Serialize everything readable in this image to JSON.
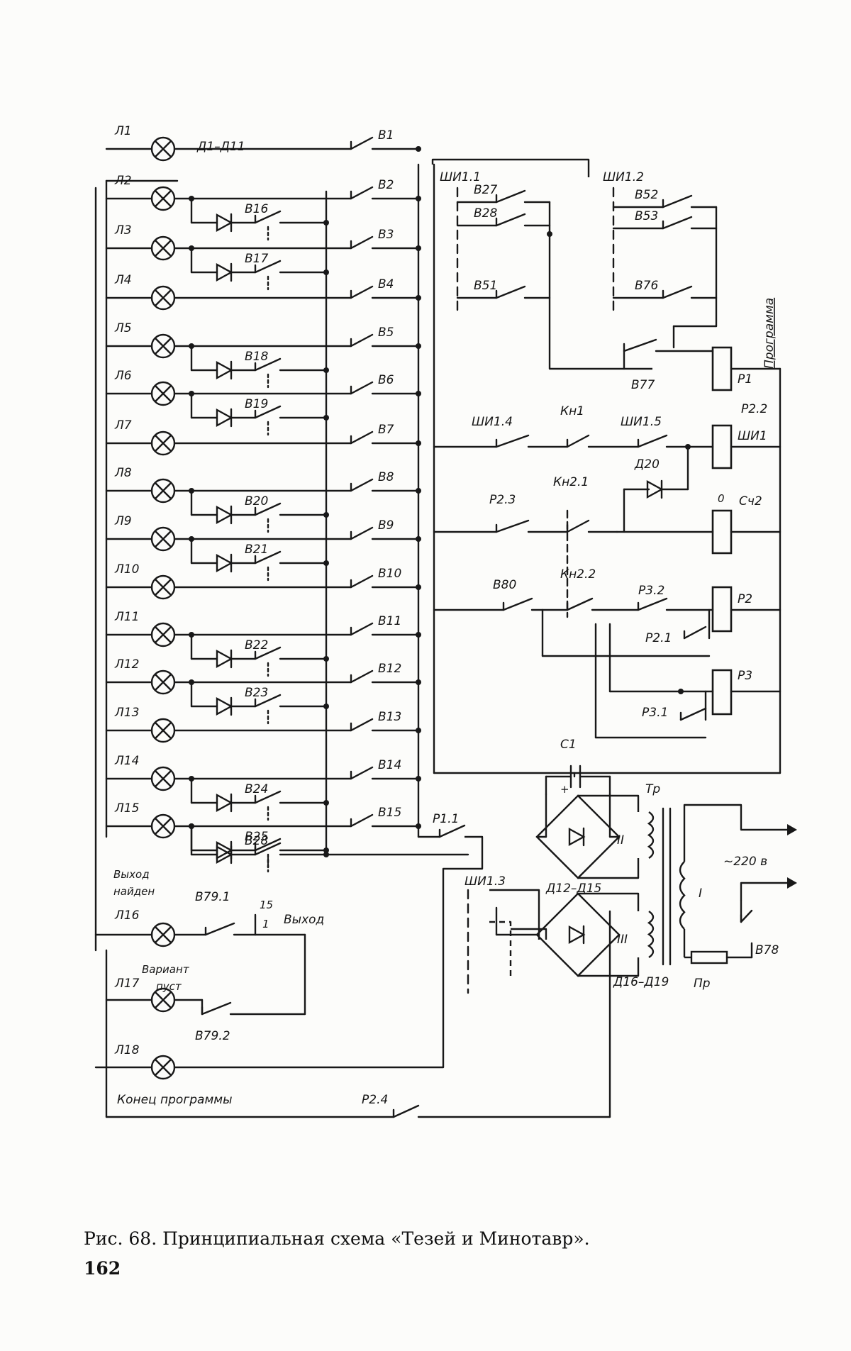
{
  "lamps": {
    "labels": [
      "Л1",
      "Л2",
      "Л3",
      "Л4",
      "Л5",
      "Л6",
      "Л7",
      "Л8",
      "Л9",
      "Л10",
      "Л11",
      "Л12",
      "Л13",
      "Л14",
      "Л15"
    ],
    "diode_group": "Д1–Д11",
    "l16": "Л16",
    "l17": "Л17",
    "l18": "Л18"
  },
  "switches": [
    "В1",
    "В2",
    "В3",
    "В4",
    "В5",
    "В6",
    "В7",
    "В8",
    "В9",
    "В10",
    "В11",
    "В12",
    "В13",
    "В14",
    "В15"
  ],
  "diode_switches": [
    {
      "row": 1,
      "label": "В16"
    },
    {
      "row": 2,
      "label": "В17"
    },
    {
      "row": 4,
      "label": "В18"
    },
    {
      "row": 5,
      "label": "В19"
    },
    {
      "row": 7,
      "label": "В20"
    },
    {
      "row": 8,
      "label": "В21"
    },
    {
      "row": 10,
      "label": "В22"
    },
    {
      "row": 11,
      "label": "В23"
    },
    {
      "row": 13,
      "label": "В24"
    },
    {
      "row": 14,
      "label": "В25"
    },
    {
      "row": 15,
      "label": "В28"
    }
  ],
  "annotations": {
    "exit_found": [
      "Выход",
      "найден"
    ],
    "variant_empty": [
      "Вариант",
      "пуст"
    ],
    "exit": "Выход",
    "program_end": "Конец программы",
    "program": "Программа",
    "b79_1": "В79.1",
    "b79_2": "В79.2",
    "pos_15": "15",
    "pos_1": "1",
    "r24": "Р2.4"
  },
  "top_block": {
    "shi11": "ШИ1.1",
    "shi12": "ШИ1.2",
    "b27": "В27",
    "b28": "В28",
    "b51": "В51",
    "b52": "В52",
    "b53": "В53",
    "b76": "В76",
    "b77": "В77",
    "r1": "Р1",
    "r22": "Р2.2"
  },
  "control": {
    "shi14": "ШИ1.4",
    "kn1": "Кн1",
    "shi15": "ШИ1.5",
    "shi1": "ШИ1",
    "r23": "Р2.3",
    "kn21": "Кн2.1",
    "d20": "Д20",
    "zero": "0",
    "sch2": "Сч2",
    "b80": "В80",
    "kn22": "Кн2.2",
    "r32": "Р3.2",
    "r2": "Р2",
    "r21": "Р2.1",
    "r3": "Р3",
    "r31": "Р3.1",
    "c1": "С1",
    "r11": "Р1.1",
    "shi13": "ШИ1.3"
  },
  "power": {
    "tr": "Тр",
    "w2": "II",
    "w3": "III",
    "w1": "I",
    "d12_15": "Д12–Д15",
    "d16_19": "Д16–Д19",
    "mains": "~220 в",
    "b78": "В78",
    "fuse": "Пр"
  },
  "caption": "Рис. 68. Принципиальная схема «Тезей и Минотавр».",
  "page_number": "162"
}
